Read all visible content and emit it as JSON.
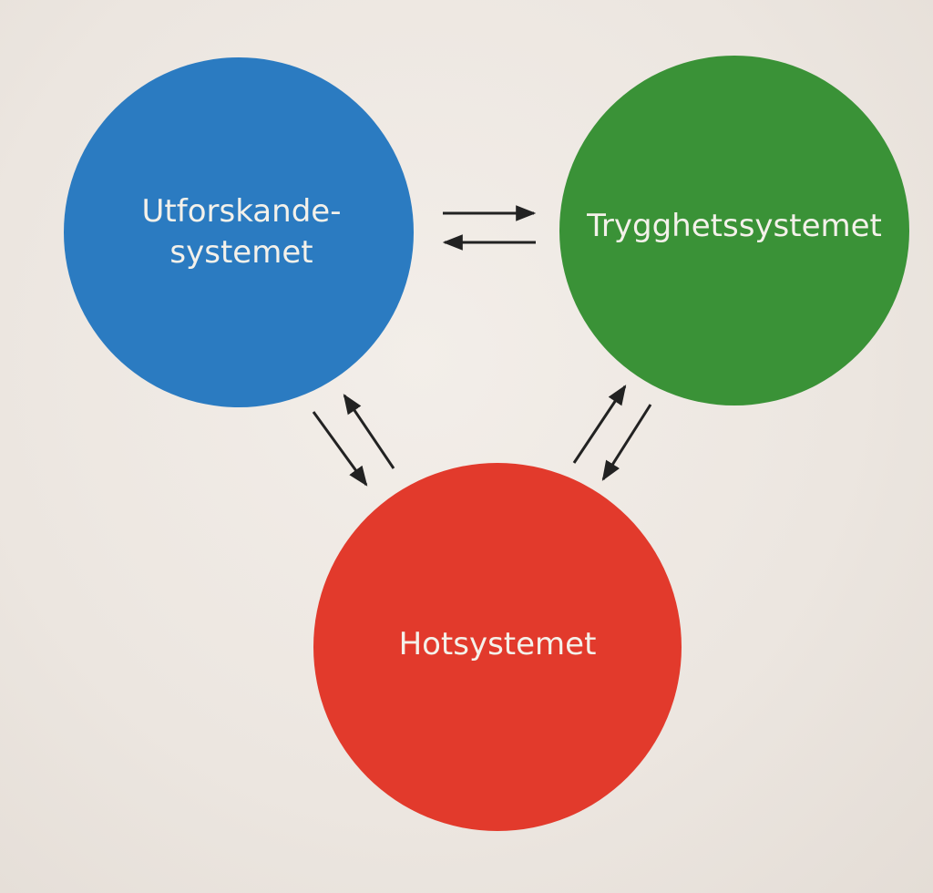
{
  "diagram": {
    "nodes": [
      {
        "id": "utforskande",
        "label_lines": [
          "Utforskande-",
          "systemet"
        ],
        "color": "#2b7bc1"
      },
      {
        "id": "trygghet",
        "label_lines": [
          "Trygghetssystemet"
        ],
        "color": "#3a9237"
      },
      {
        "id": "hot",
        "label_lines": [
          "Hotsystemet"
        ],
        "color": "#e23a2c"
      }
    ],
    "edges": [
      {
        "from": "utforskande",
        "to": "trygghet",
        "direction": "both"
      },
      {
        "from": "utforskande",
        "to": "hot",
        "direction": "both"
      },
      {
        "from": "trygghet",
        "to": "hot",
        "direction": "both"
      }
    ],
    "arrow_color": "#222222"
  }
}
